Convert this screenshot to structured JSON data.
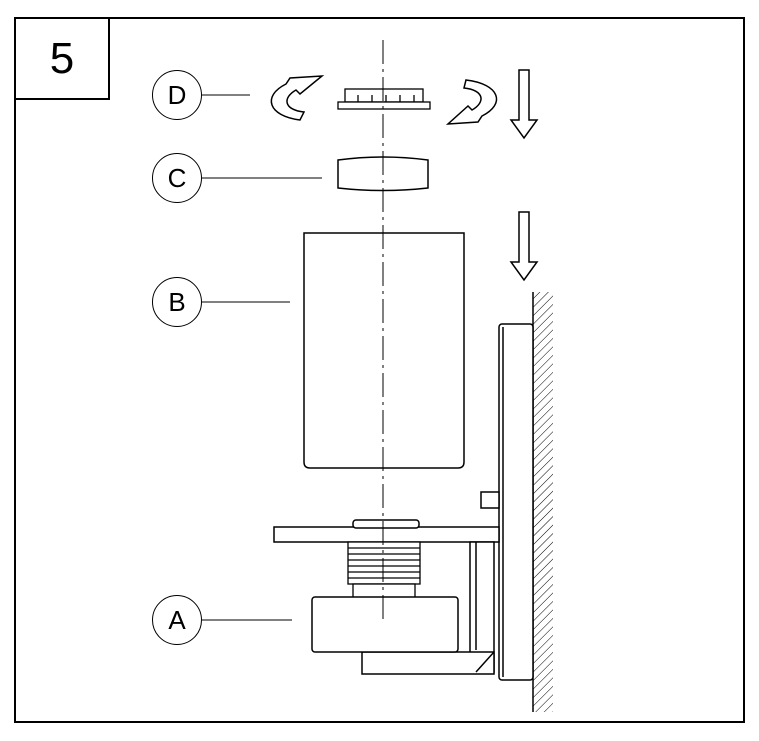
{
  "step": {
    "number": "5"
  },
  "callouts": {
    "d": "D",
    "c": "C",
    "b": "B",
    "a": "A"
  },
  "colors": {
    "line": "#000000",
    "background": "#ffffff"
  }
}
